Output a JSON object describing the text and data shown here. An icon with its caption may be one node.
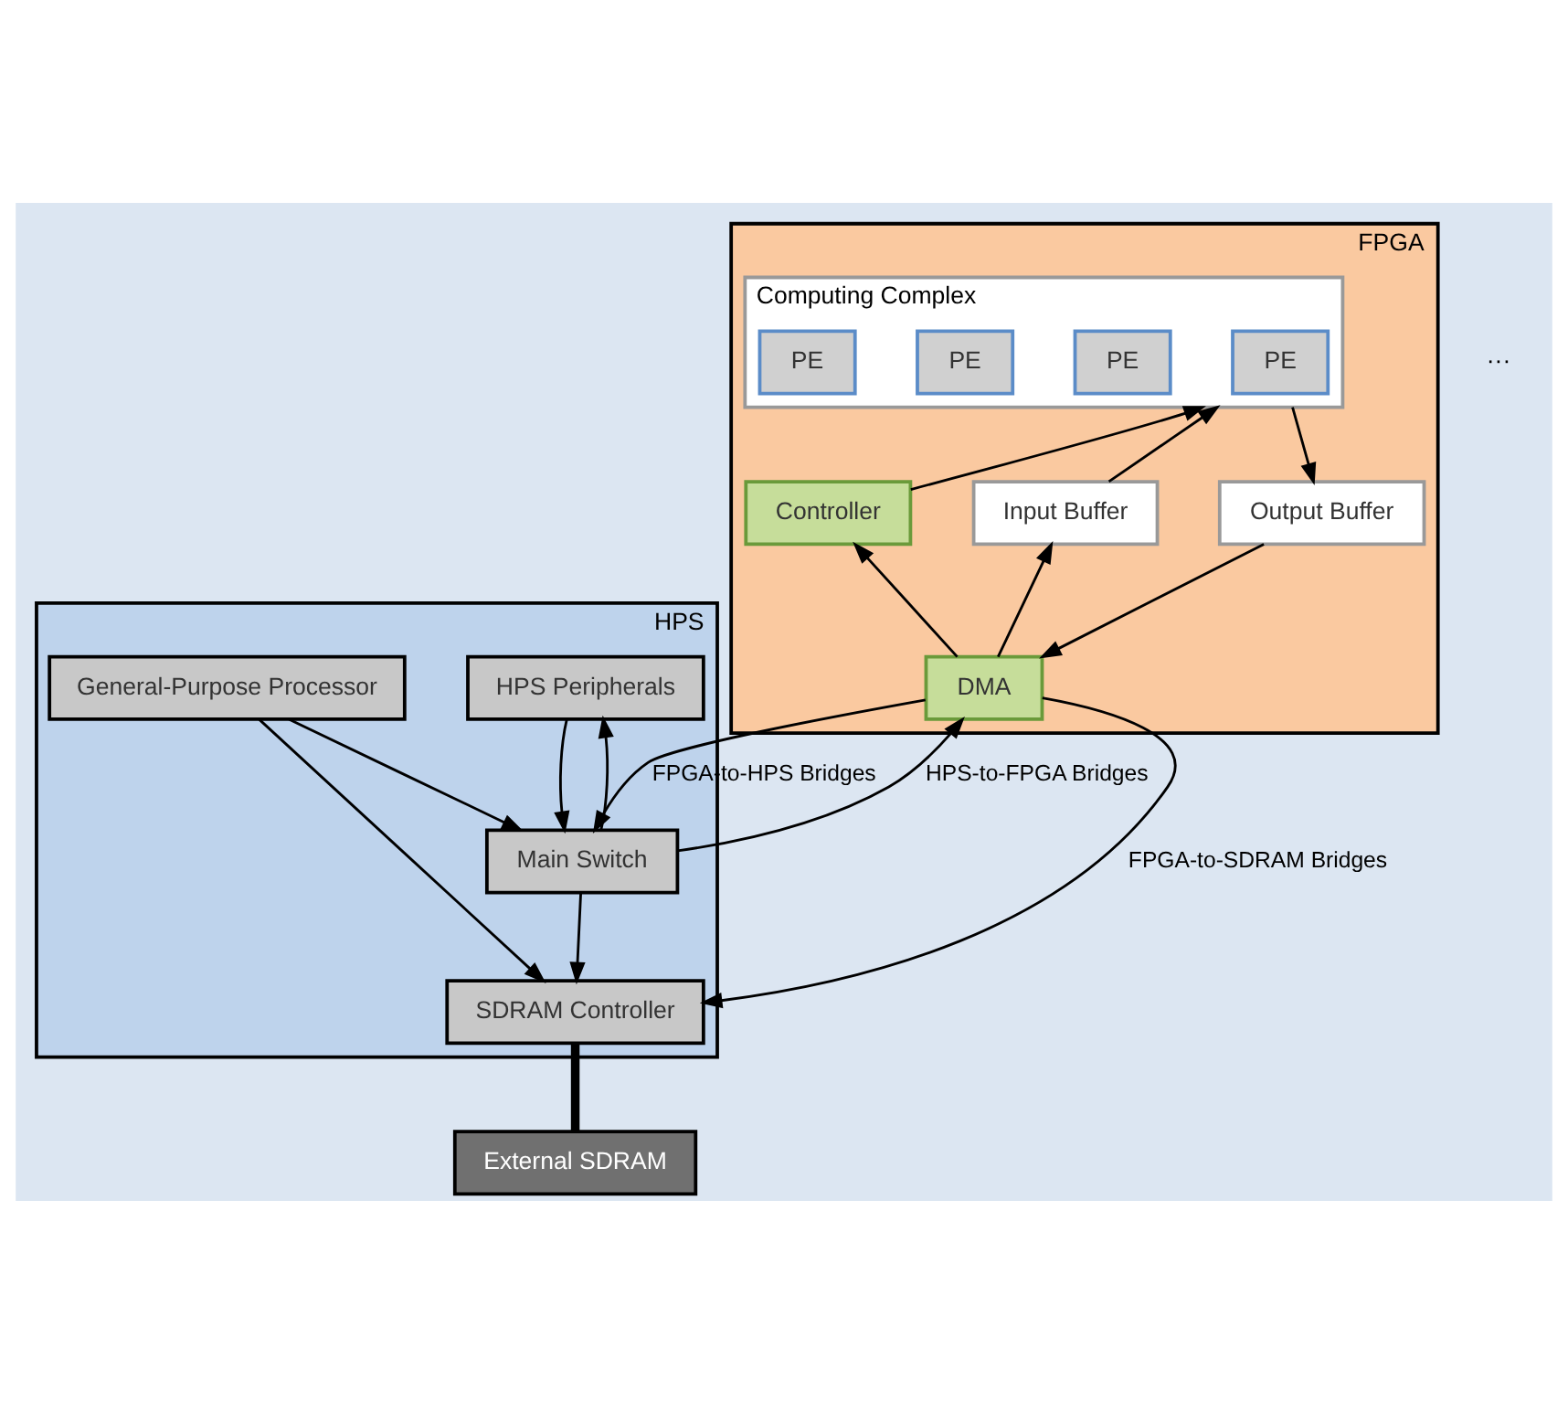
{
  "diagram": {
    "nodes": [
      {
        "text": [
          "FPGA"
        ]
      },
      {
        "text": [
          "Controller"
        ],
        "in": 0
      },
      {
        "text": [
          "Computing Complex"
        ],
        "in": 0
      },
      {
        "text": [
          "PE"
        ],
        "in": 2
      },
      {
        "text": [
          "PE"
        ],
        "in": 2
      },
      {
        "text": [
          "PE"
        ],
        "in": 2
      },
      {
        "text": [
          "PE"
        ],
        "in": 2
      },
      {
        "text": [
          "Input Buffer"
        ],
        "in": 0
      },
      {
        "text": [
          "Output Buffer"
        ],
        "in": 0
      },
      {
        "text": [
          "DMA"
        ],
        "in": 0
      },
      {
        "text": [
          "HPS"
        ]
      },
      {
        "text": [
          "HPS Peripherals"
        ],
        "in": 10
      },
      {
        "text": [
          "Main Switch"
        ],
        "in": 10
      },
      {
        "text": [
          "General-Purpose Processor"
        ],
        "in": 10
      },
      {
        "text": [
          "SDRAM Controller"
        ],
        "in": 10
      },
      {
        "text": [
          "External SDRAM"
        ]
      }
    ],
    "edges": [
      {
        "from": 1,
        "to": 2,
        "arrow": "to"
      },
      {
        "from": 7,
        "to": 2,
        "arrow": "to"
      },
      {
        "from": 2,
        "to": 8,
        "arrow": "to"
      },
      {
        "from": 9,
        "to": 1,
        "arrow": "to"
      },
      {
        "from": 9,
        "to": 7,
        "arrow": "to"
      },
      {
        "from": 8,
        "to": 9,
        "arrow": "to"
      },
      {
        "from": 9,
        "to": 12,
        "arrow": "to",
        "label": "FPGA-to-HPS Bridges"
      },
      {
        "from": 12,
        "to": 9,
        "arrow": "to",
        "label": "HPS-to-FPGA Bridges"
      },
      {
        "from": 9,
        "to": 14,
        "arrow": "to",
        "label": "FPGA-to-SDRAM Bridges"
      },
      {
        "from": 11,
        "to": 12,
        "arrow": "to"
      },
      {
        "from": 12,
        "to": 11,
        "arrow": "to"
      },
      {
        "from": 13,
        "to": 12,
        "arrow": "to"
      },
      {
        "from": 13,
        "to": 14,
        "arrow": "to"
      },
      {
        "from": 12,
        "to": 14,
        "arrow": "to"
      },
      {
        "from": 14,
        "to": 15,
        "arrow": "none",
        "style": "thick"
      }
    ],
    "labels": [
      "···"
    ]
  }
}
